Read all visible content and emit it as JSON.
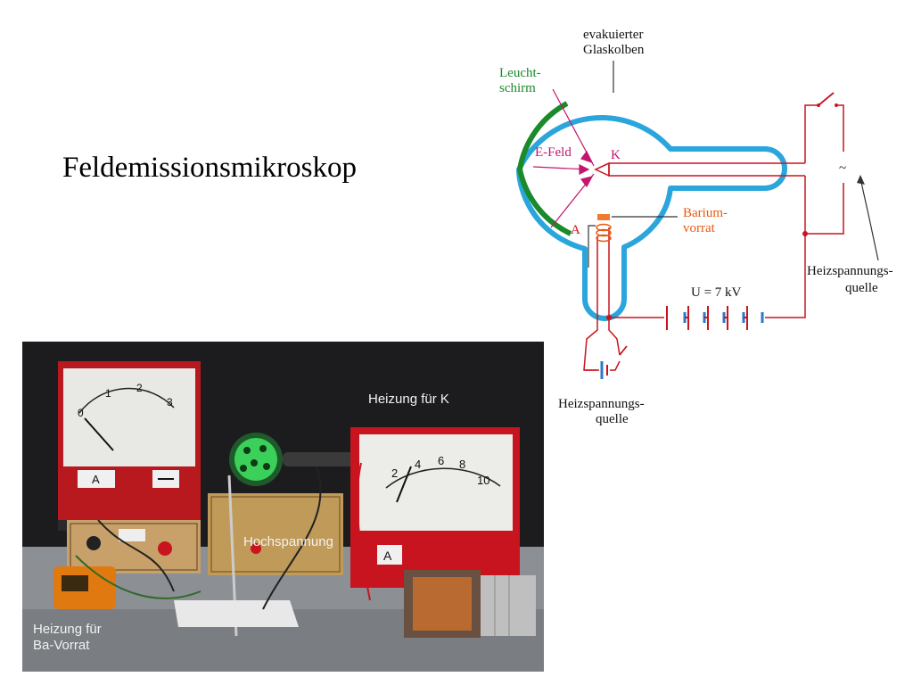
{
  "slide": {
    "title": "Feldemissionsmikroskop"
  },
  "schematic": {
    "labels": {
      "glass_bulb": [
        "evakuierter",
        "Glaskolben"
      ],
      "screen": [
        "Leucht-",
        "schirm"
      ],
      "e_field": "E-Feld",
      "cathode": "K",
      "anode": "A",
      "barium": [
        "Barium-",
        "vorrat"
      ],
      "voltage": "U = 7 kV",
      "heater_supply_right": [
        "Heizspannungs-",
        "quelle"
      ],
      "heater_supply_bottom": [
        "Heizspannungs-",
        "quelle"
      ],
      "ac_symbol": "~"
    },
    "colors": {
      "bulb": "#2aa6dc",
      "screen": "#1a8a2a",
      "field": "#c4166e",
      "wiring": "#c8141e",
      "barium": "#e85a10"
    }
  },
  "photo": {
    "labels": {
      "heating_k": "Heizung für K",
      "high_voltage": "Hochspannung",
      "heating_ba": [
        "Heizung für",
        "Ba-Vorrat"
      ]
    },
    "meter_left": {
      "unit": "A",
      "scale": [
        "0",
        "1",
        "2",
        "3"
      ]
    },
    "meter_right": {
      "unit": "A",
      "scale": [
        "2",
        "4",
        "6",
        "8",
        "10"
      ]
    }
  }
}
